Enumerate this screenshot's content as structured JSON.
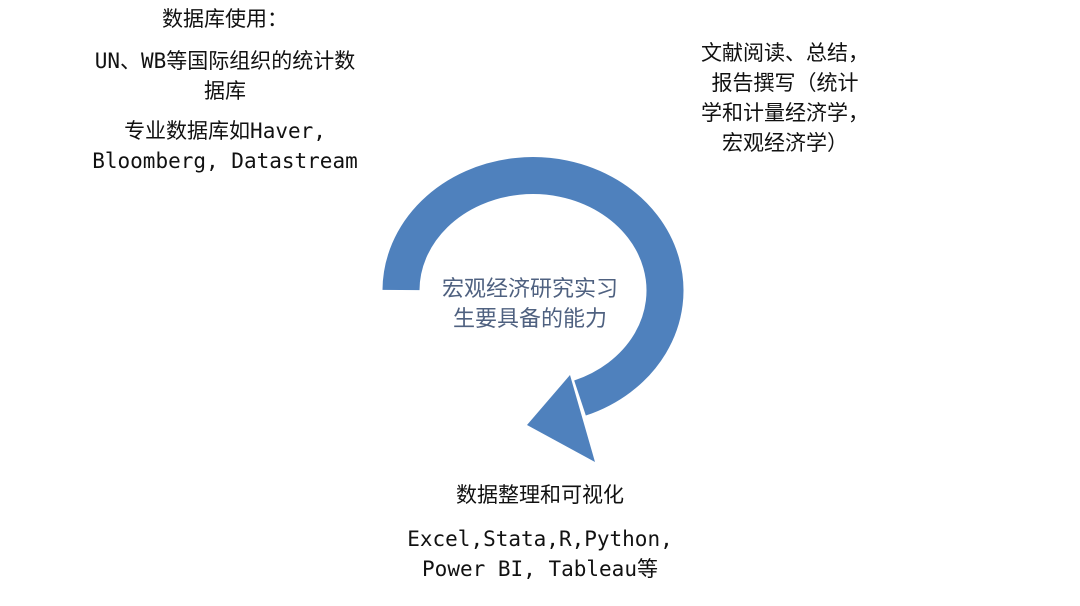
{
  "colors": {
    "arrow": "#4f81bd",
    "center_text": "#4f6180"
  },
  "top_left": {
    "title": "数据库使用：",
    "line1": "UN、WB等国际组织的统计数",
    "line2": "据库",
    "line3": "专业数据库如Haver,",
    "line4": "Bloomberg, Datastream"
  },
  "top_right": {
    "line1": "文献阅读、总结，",
    "line2": "报告撰写（统计",
    "line3": "学和计量经济学，",
    "line4": "宏观经济学）"
  },
  "center": {
    "line1": "宏观经济研究实习",
    "line2": "生要具备的能力"
  },
  "bottom": {
    "title": "数据整理和可视化",
    "line1": "Excel,Stata,R,Python,",
    "line2": "Power BI, Tableau等"
  }
}
